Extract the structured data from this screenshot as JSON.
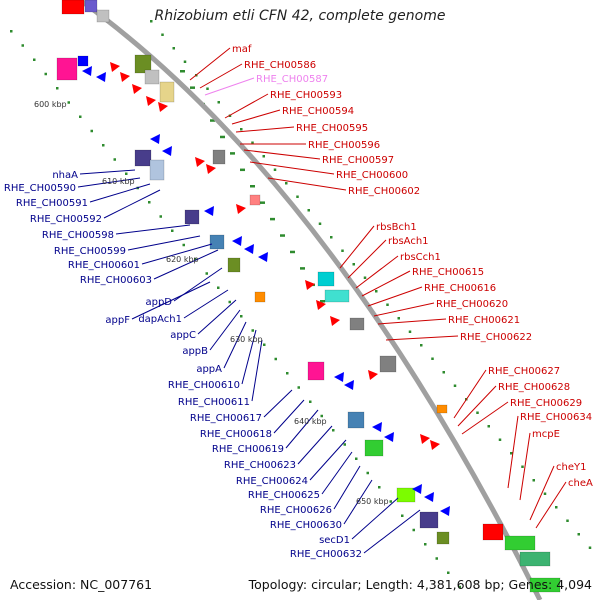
{
  "title": "Rhizobium etli CFN 42, complete genome",
  "accession": "Accession: NC_007761",
  "topology": "Topology: circular; Length: 4,381,608 bp; Genes: 4,094",
  "colors": {
    "forward_label": "#cc0000",
    "reverse_label": "#00008b",
    "highlight_label": "#ee82ee",
    "backbone": "#a0a0a0",
    "tick": "#2e8b2e"
  },
  "kbp_markers": [
    "600 kbp",
    "610 kbp",
    "620 kbp",
    "630 kbp",
    "640 kbp",
    "650 kbp"
  ],
  "forward_labels": [
    "maf",
    "RHE_CH00586",
    "RHE_CH00587",
    "RHE_CH00593",
    "RHE_CH00594",
    "RHE_CH00595",
    "RHE_CH00596",
    "RHE_CH00597",
    "RHE_CH00600",
    "RHE_CH00602",
    "rbsBch1",
    "rbsAch1",
    "rbsCch1",
    "RHE_CH00615",
    "RHE_CH00616",
    "RHE_CH00620",
    "RHE_CH00621",
    "RHE_CH00622",
    "RHE_CH00627",
    "RHE_CH00628",
    "RHE_CH00629",
    "RHE_CH00634",
    "mcpE",
    "cheY1",
    "cheA"
  ],
  "reverse_labels": [
    "nhaA",
    "RHE_CH00590",
    "RHE_CH00591",
    "RHE_CH00592",
    "RHE_CH00598",
    "RHE_CH00599",
    "RHE_CH00601",
    "RHE_CH00603",
    "appD",
    "appF",
    "dapAch1",
    "appC",
    "appB",
    "appA",
    "RHE_CH00610",
    "RHE_CH00611",
    "RHE_CH00617",
    "RHE_CH00618",
    "RHE_CH00619",
    "RHE_CH00623",
    "RHE_CH00624",
    "RHE_CH00625",
    "RHE_CH00626",
    "RHE_CH00630",
    "secD1",
    "RHE_CH00632"
  ]
}
